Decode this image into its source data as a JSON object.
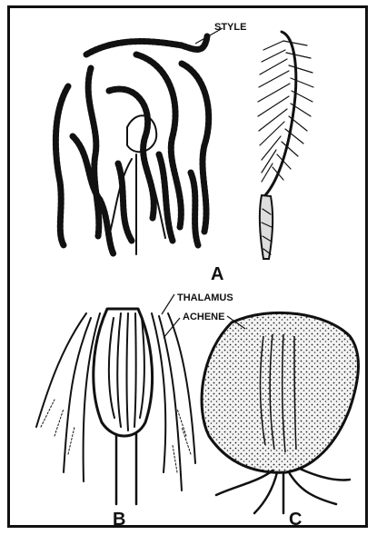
{
  "labels": {
    "style": "STYLE",
    "thalamus": "THALAMUS",
    "achene": "ACHENE",
    "panel_a": "A",
    "panel_b": "B",
    "panel_c": "C"
  }
}
